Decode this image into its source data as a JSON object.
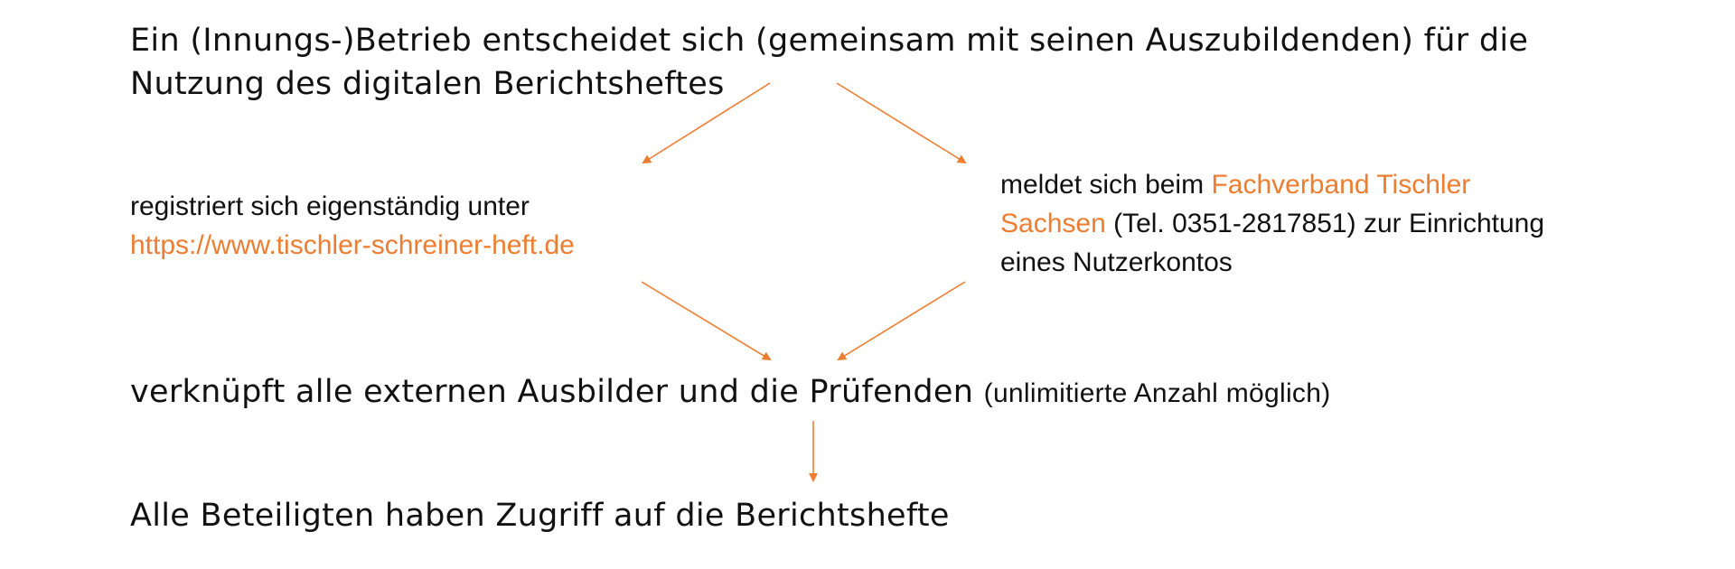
{
  "colors": {
    "accent": "#ED7D31",
    "text": "#111111",
    "background": "#ffffff"
  },
  "start": {
    "line1": "Ein (Innungs-)Betrieb entscheidet sich (gemeinsam mit seinen Auszubildenden) für die",
    "line2": "Nutzung des digitalen Berichtsheftes"
  },
  "left_option": {
    "text": "registriert sich eigenständig unter",
    "url": "https://www.tischler-schreiner-heft.de"
  },
  "right_option": {
    "prefix": "meldet sich beim ",
    "org_part1": "Fachverband Tischler",
    "org_part2": "Sachsen",
    "phone_text": " (Tel. 0351-2817851) zur Einrichtung",
    "line3": "eines Nutzerkontos"
  },
  "link_step": {
    "text": "verknüpft alle externen Ausbilder und die Prüfenden",
    "note": "(unlimitierte Anzahl möglich)"
  },
  "result": {
    "text": "Alle Beteiligten haben Zugriff auf die Berichtshefte"
  }
}
